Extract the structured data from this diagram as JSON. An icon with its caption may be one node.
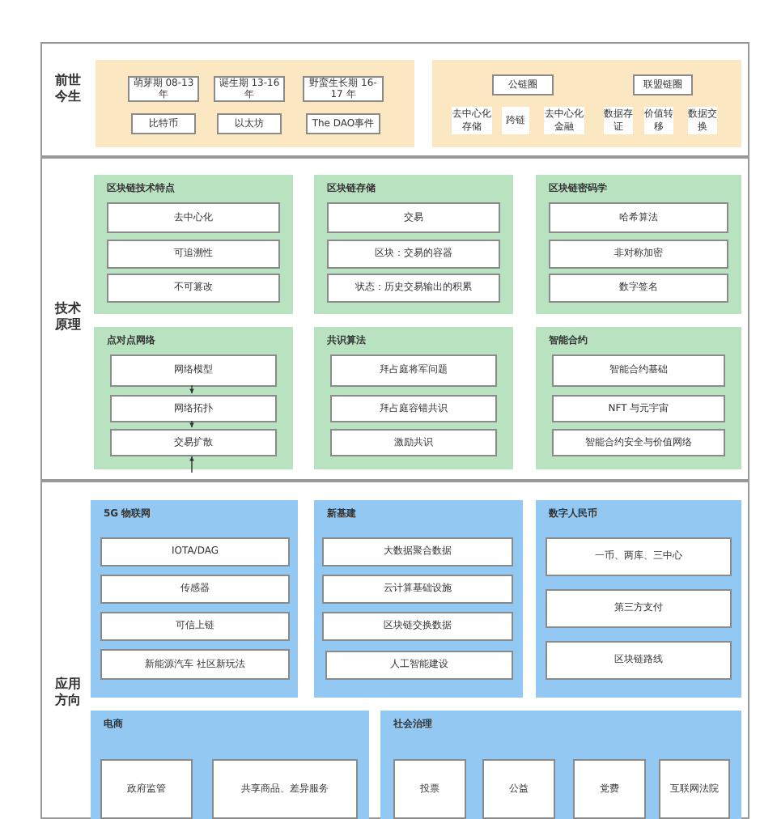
{
  "diagram": {
    "nodes": [
      {
        "text": [
          "前世今生"
        ]
      },
      {
        "text": [],
        "shape": "box",
        "in": 0
      },
      {
        "text": [
          "萌芽期 08-13 年"
        ],
        "in": 1
      },
      {
        "text": [
          "诞生期 13-16 年"
        ],
        "in": 1
      },
      {
        "text": [
          "野蛮生长期 16-17 年"
        ],
        "in": 1
      },
      {
        "text": [
          "比特币"
        ],
        "in": 1
      },
      {
        "text": [
          "以太坊"
        ],
        "in": 1
      },
      {
        "text": [
          "The DAO事件"
        ],
        "in": 1
      },
      {
        "text": [],
        "shape": "box",
        "in": 0
      },
      {
        "text": [
          "公链圈"
        ],
        "in": 8
      },
      {
        "text": [
          "联盟链圈"
        ],
        "in": 8
      },
      {
        "text": [
          "去中心化存储"
        ],
        "in": 8
      },
      {
        "text": [
          "跨链"
        ],
        "in": 8
      },
      {
        "text": [
          "去中心化金融"
        ],
        "in": 8
      },
      {
        "text": [
          "数据存证"
        ],
        "in": 8
      },
      {
        "text": [
          "价值转移"
        ],
        "in": 8
      },
      {
        "text": [
          "数据交换"
        ],
        "in": 8
      },
      {
        "text": [
          "技术原理"
        ]
      },
      {
        "text": [
          "区块链技术特点"
        ],
        "in": 17
      },
      {
        "text": [
          "去中心化"
        ],
        "in": 18
      },
      {
        "text": [
          "可追溯性"
        ],
        "in": 18
      },
      {
        "text": [
          "不可篡改"
        ],
        "in": 18
      },
      {
        "text": [
          "区块链存储"
        ],
        "in": 17
      },
      {
        "text": [
          "交易"
        ],
        "in": 22
      },
      {
        "text": [
          "区块：交易的容器"
        ],
        "in": 22
      },
      {
        "text": [
          "状态：历史交易输出的积累"
        ],
        "in": 22
      },
      {
        "text": [
          "区块链密码学"
        ],
        "in": 17
      },
      {
        "text": [
          "哈希算法"
        ],
        "in": 26
      },
      {
        "text": [
          "非对称加密"
        ],
        "in": 26
      },
      {
        "text": [
          "数字签名"
        ],
        "in": 26
      },
      {
        "text": [
          "点对点网络"
        ],
        "in": 17
      },
      {
        "text": [
          "网络模型"
        ],
        "in": 30
      },
      {
        "text": [
          "网络拓扑"
        ],
        "in": 30
      },
      {
        "text": [
          "交易扩散"
        ],
        "in": 30
      },
      {
        "text": [
          "共识算法"
        ],
        "in": 17
      },
      {
        "text": [
          "拜占庭将军问题"
        ],
        "in": 34
      },
      {
        "text": [
          "拜占庭容错共识"
        ],
        "in": 34
      },
      {
        "text": [
          "激励共识"
        ],
        "in": 34
      },
      {
        "text": [
          "智能合约"
        ],
        "in": 17
      },
      {
        "text": [
          "智能合约基础"
        ],
        "in": 38
      },
      {
        "text": [
          "NFT 与元宇宙"
        ],
        "in": 38
      },
      {
        "text": [
          "智能合约安全与价值网络"
        ],
        "in": 38
      },
      {
        "text": [
          "应用方向"
        ]
      },
      {
        "text": [
          "5G 物联网"
        ],
        "in": 42
      },
      {
        "text": [
          "IOTA/DAG"
        ],
        "in": 43
      },
      {
        "text": [
          "传感器"
        ],
        "in": 43
      },
      {
        "text": [
          "可信上链"
        ],
        "in": 43
      },
      {
        "text": [
          "新能源汽车 社区新玩法"
        ],
        "in": 43
      },
      {
        "text": [
          "新基建"
        ],
        "in": 42
      },
      {
        "text": [
          "大数据聚合数据"
        ],
        "in": 48
      },
      {
        "text": [
          "云计算基础设施"
        ],
        "in": 48
      },
      {
        "text": [
          "区块链交换数据"
        ],
        "in": 48
      },
      {
        "text": [
          "人工智能建设"
        ],
        "in": 48
      },
      {
        "text": [
          "数字人民币"
        ],
        "in": 42
      },
      {
        "text": [
          "一币、两库、三中心"
        ],
        "in": 53
      },
      {
        "text": [
          "第三方支付"
        ],
        "in": 53
      },
      {
        "text": [
          "区块链路线"
        ],
        "in": 53
      },
      {
        "text": [
          "电商"
        ],
        "in": 42
      },
      {
        "text": [
          "政府监管"
        ],
        "in": 57
      },
      {
        "text": [
          "共享商品、差异服务"
        ],
        "in": 57
      },
      {
        "text": [
          "社会治理"
        ],
        "in": 42
      },
      {
        "text": [
          "投票"
        ],
        "in": 60
      },
      {
        "text": [
          "公益"
        ],
        "in": 60
      },
      {
        "text": [
          "党费"
        ],
        "in": 60
      },
      {
        "text": [
          "互联网法院"
        ],
        "in": 60
      }
    ],
    "edges": [
      {
        "from": 31,
        "to": 32,
        "arrow": "to"
      },
      {
        "from": 32,
        "to": 33,
        "arrow": "to"
      },
      {
        "from": null,
        "to": 33,
        "arrow": "to"
      }
    ]
  }
}
